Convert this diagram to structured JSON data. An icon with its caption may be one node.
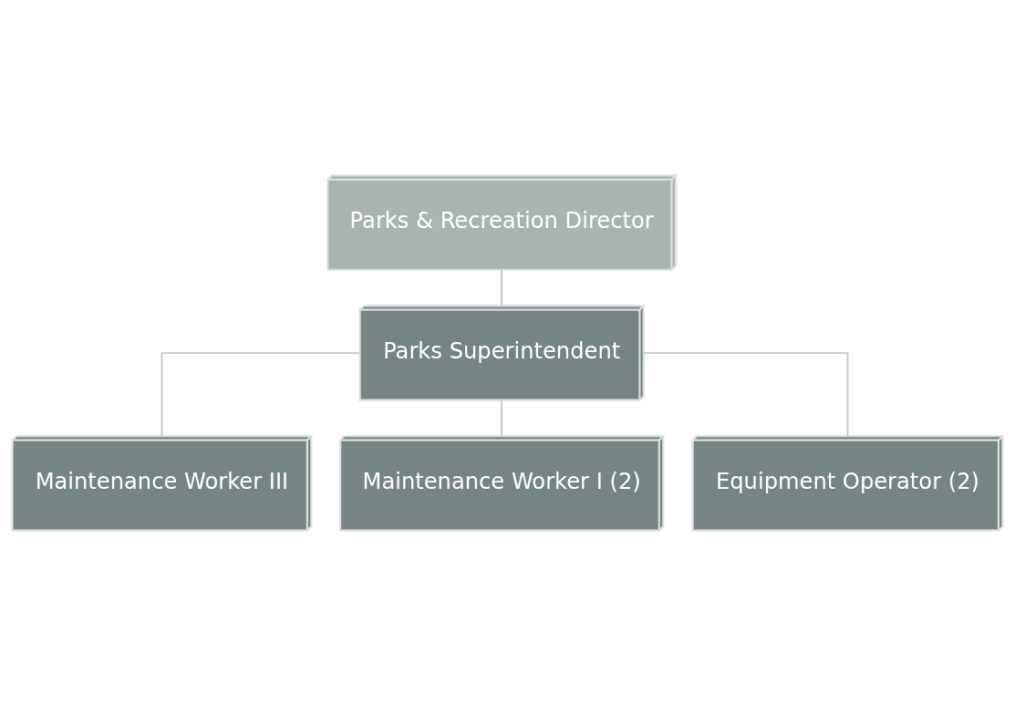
{
  "diagram": {
    "nodes": [
      {
        "text": [
          "Parks & Recreation Director"
        ]
      },
      {
        "text": [
          "Parks Superintendent"
        ]
      },
      {
        "text": [
          "Maintenance Worker III"
        ]
      },
      {
        "text": [
          "Maintenance Worker I (2)"
        ]
      },
      {
        "text": [
          "Equipment Operator (2)"
        ]
      }
    ],
    "edges": [
      {
        "from": 0,
        "to": 1,
        "arrow": "none"
      },
      {
        "from": 1,
        "to": 2,
        "arrow": "none"
      },
      {
        "from": 1,
        "to": 3,
        "arrow": "none"
      },
      {
        "from": 1,
        "to": 4,
        "arrow": "none"
      }
    ]
  }
}
